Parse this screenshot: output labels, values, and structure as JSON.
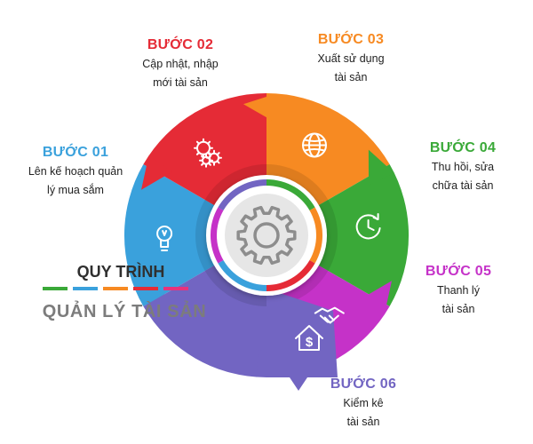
{
  "steps": [
    {
      "title": "BƯỚC 01",
      "desc_line1": "Lên kế hoạch quản",
      "desc_line2": "lý mua sắm",
      "color": "#3aa1dc",
      "icon": "lightbulb-icon"
    },
    {
      "title": "BƯỚC 02",
      "desc_line1": "Cập nhật, nhập",
      "desc_line2": "mới tài sản",
      "color": "#e52b36",
      "icon": "gears-icon"
    },
    {
      "title": "BƯỚC 03",
      "desc_line1": "Xuất sử dụng",
      "desc_line2": "tài sản",
      "color": "#f78a22",
      "icon": "globe-icon"
    },
    {
      "title": "BƯỚC 04",
      "desc_line1": "Thu hồi, sửa",
      "desc_line2": "chữa tài sản",
      "color": "#3aa938",
      "icon": "clock-icon"
    },
    {
      "title": "BƯỚC 05",
      "desc_line1": "Thanh lý",
      "desc_line2": "tài sản",
      "color": "#c532c8",
      "icon": "handshake-icon"
    },
    {
      "title": "BƯỚC 06",
      "desc_line1": "Kiểm kê",
      "desc_line2": "tài sản",
      "color": "#7265c2",
      "icon": "house-dollar-icon"
    }
  ],
  "heading": {
    "line1": "QUY TRÌNH",
    "line2": "QUẢN LÝ TÀI SẢN",
    "bar_colors": [
      "#3aa938",
      "#3aa1dc",
      "#f78a22",
      "#e52b36",
      "#e8327c"
    ]
  },
  "center": {
    "icon": "gear-icon"
  },
  "colors": {
    "text_dark": "#2f2f2f",
    "text_gray": "#7c7c7c",
    "center_ring": "#e6e6e6"
  }
}
